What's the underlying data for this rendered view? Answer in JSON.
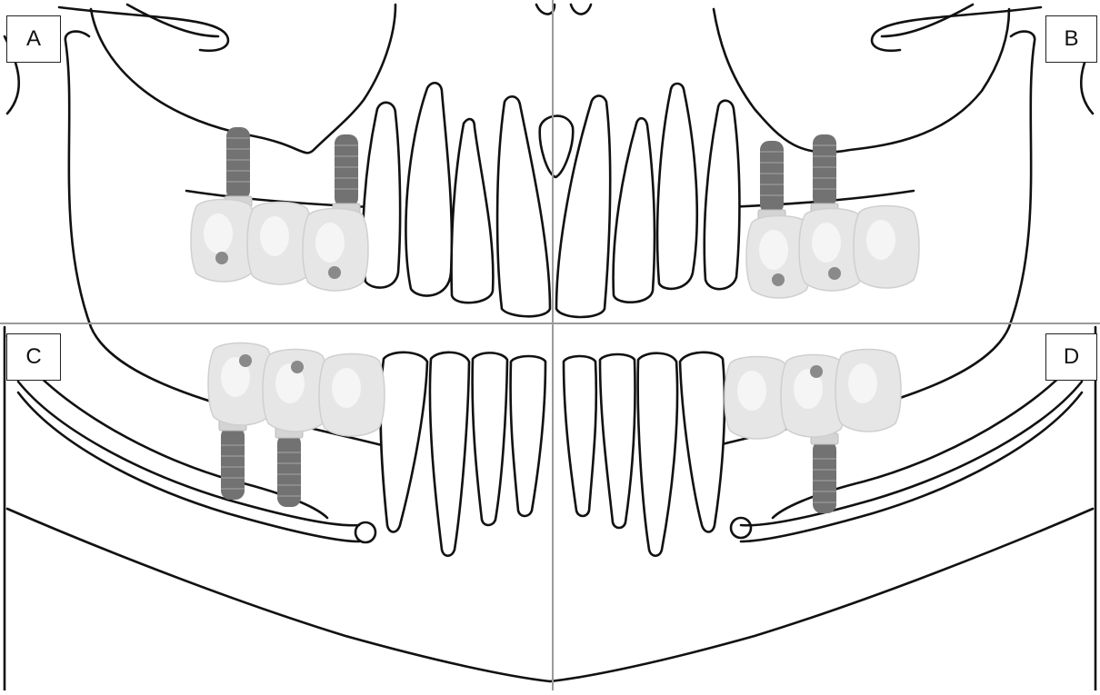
{
  "figure": {
    "quadrants": [
      {
        "id": "A",
        "label": "A",
        "arch": "upper",
        "side": "right",
        "implants": 2,
        "crowns": 3
      },
      {
        "id": "B",
        "label": "B",
        "arch": "upper",
        "side": "left",
        "implants": 2,
        "crowns": 3
      },
      {
        "id": "C",
        "label": "C",
        "arch": "lower",
        "side": "right",
        "implants": 2,
        "crowns": 3
      },
      {
        "id": "D",
        "label": "D",
        "arch": "lower",
        "side": "left",
        "implants": 1,
        "crowns": 3
      }
    ]
  },
  "colors": {
    "line": "#111111",
    "divider": "#9a9a9a",
    "crown": "#e6e6e6",
    "implant_screw": "#727272",
    "access_hole": "#8a8a8a"
  }
}
